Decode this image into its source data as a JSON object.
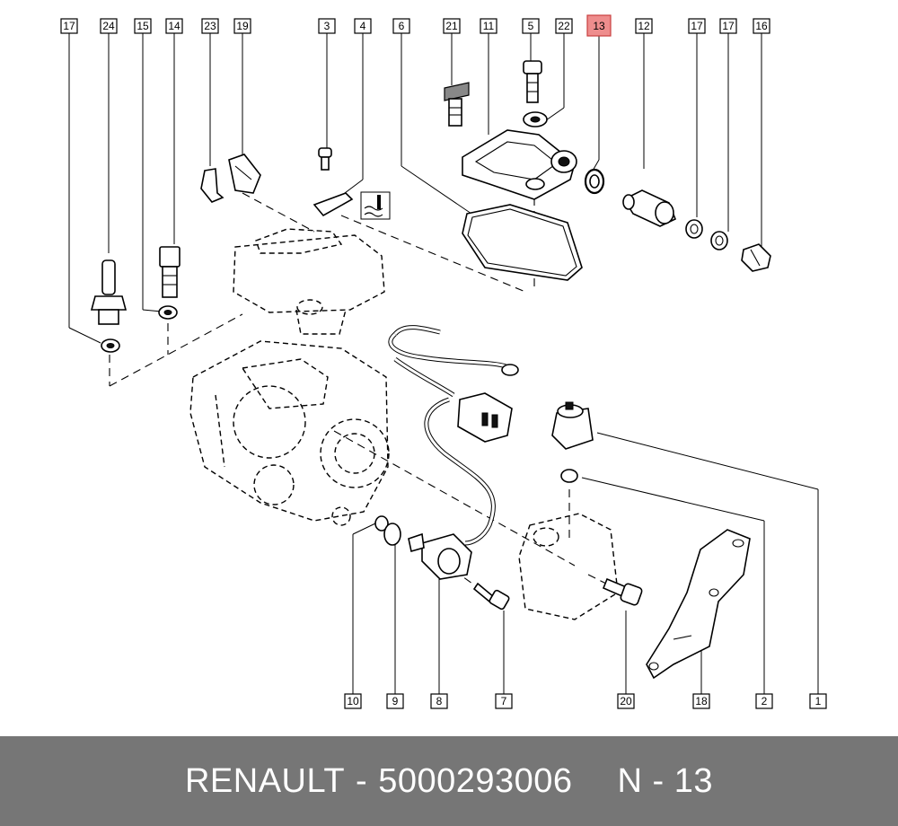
{
  "footer": {
    "brand": "RENAULT",
    "separator": "-",
    "part_number": "5000293006",
    "position_label": "N - 13"
  },
  "callouts": [
    {
      "label": "17"
    },
    {
      "label": "24"
    },
    {
      "label": "15"
    },
    {
      "label": "14"
    },
    {
      "label": "23"
    },
    {
      "label": "19"
    },
    {
      "label": "3"
    },
    {
      "label": "4"
    },
    {
      "label": "6"
    },
    {
      "label": "21"
    },
    {
      "label": "11"
    },
    {
      "label": "5"
    },
    {
      "label": "22"
    },
    {
      "label": "13",
      "highlighted": true
    },
    {
      "label": "12"
    },
    {
      "label": "17"
    },
    {
      "label": "17"
    },
    {
      "label": "16"
    },
    {
      "label": "10"
    },
    {
      "label": "9"
    },
    {
      "label": "8"
    },
    {
      "label": "7"
    },
    {
      "label": "20"
    },
    {
      "label": "18"
    },
    {
      "label": "2"
    },
    {
      "label": "1"
    }
  ],
  "colors": {
    "highlight": "#ee8d8d",
    "footer_bg": "#767676",
    "footer_text": "#ffffff"
  }
}
